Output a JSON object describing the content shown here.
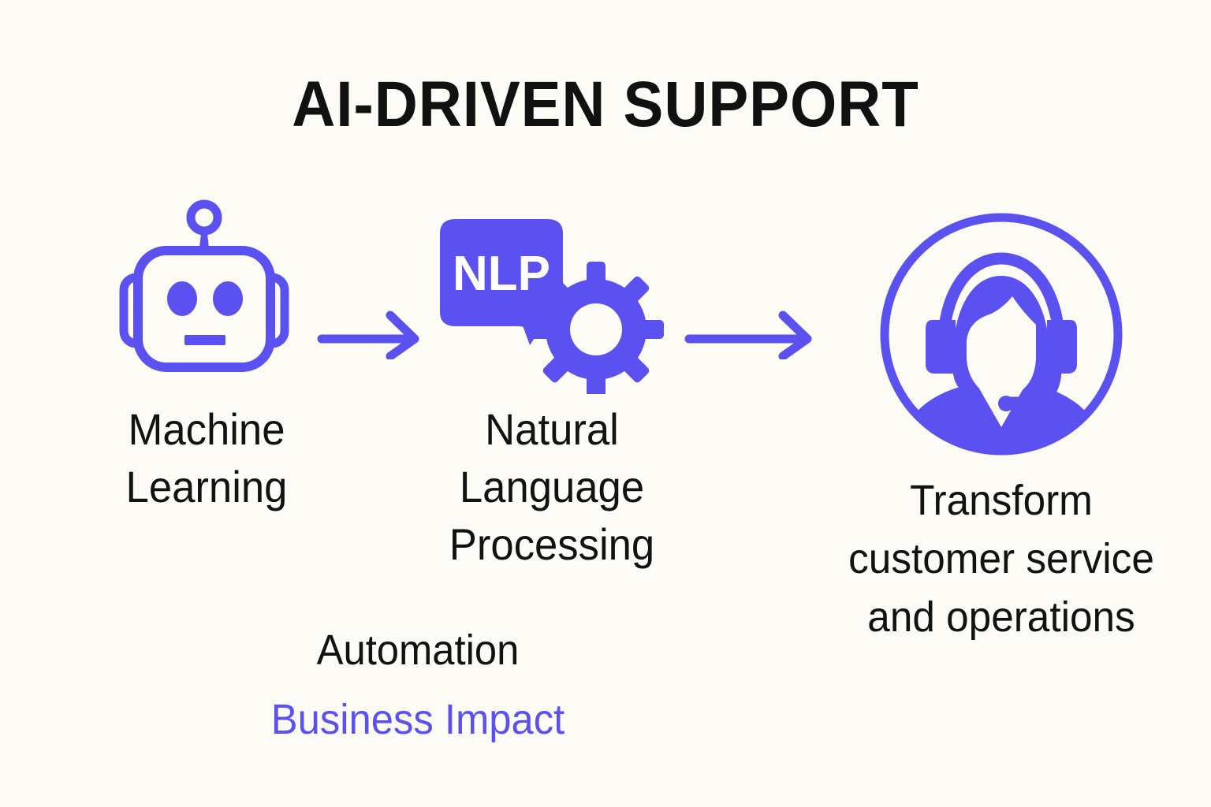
{
  "page": {
    "title": "AI-DRIVEN SUPPORT",
    "background_color": "#fcfbf6",
    "accent_color": "#5b51f0",
    "text_color": "#121212"
  },
  "flow": {
    "steps": [
      {
        "id": "machine-learning",
        "icon": "robot-icon",
        "caption_line_1": "Machine",
        "caption_line_2": "Learning"
      },
      {
        "id": "natural-language-processing",
        "icon": "nlp-speech-bubble-gear-icon",
        "badge_text": "NLP",
        "caption_line_1": "Natural",
        "caption_line_2": "Language",
        "caption_line_3": "Processing"
      },
      {
        "id": "transform-outcome",
        "icon": "support-agent-headset-icon",
        "caption_line_1": "Transform",
        "caption_line_2": "customer service",
        "caption_line_3": "and operations"
      }
    ],
    "connectors": [
      {
        "id": "arrow-1",
        "icon": "arrow-right-icon"
      },
      {
        "id": "arrow-2",
        "icon": "arrow-right-icon"
      }
    ]
  },
  "footnotes": {
    "automation": "Automation",
    "business_impact": "Business Impact"
  }
}
